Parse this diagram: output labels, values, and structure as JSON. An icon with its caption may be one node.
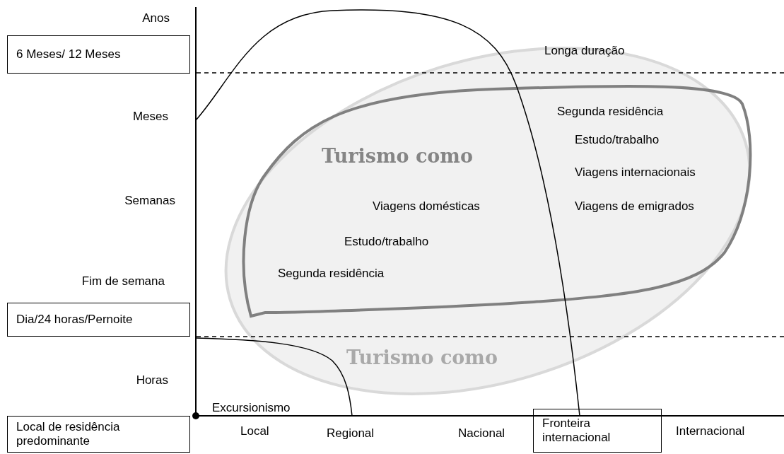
{
  "diagram": {
    "nodes": [
      {
        "text": [
          "6 Meses/ 12 Meses"
        ]
      },
      {
        "text": [
          "Turismo como"
        ]
      },
      {
        "text": [
          "Turismo como"
        ],
        "in": 1
      },
      {
        "text": [
          "Dia/24 horas/Pernoite"
        ]
      },
      {
        "text": [
          "Local de residência predominante"
        ]
      },
      {
        "text": [
          "Fronteira internacional"
        ]
      }
    ],
    "labels": [
      "Anos",
      "Longa duração",
      "Meses",
      "Segunda residência",
      "Estudo/trabalho",
      "Viagens internacionais",
      "Semanas",
      "Viagens domésticas",
      "Viagens de emigrados",
      "Estudo/trabalho",
      "Fim de semana",
      "Segunda residência",
      "Horas",
      "Excursionismo",
      "Local",
      "Regional",
      "Nacional",
      "Internacional"
    ]
  }
}
